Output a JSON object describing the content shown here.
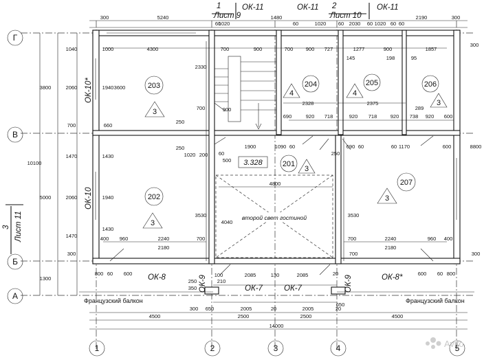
{
  "sheet_refs": {
    "top": [
      {
        "num": "1",
        "sheet": "Лист 9"
      },
      {
        "num": "2",
        "sheet": "Лист 10"
      }
    ],
    "left": {
      "num": "3",
      "sheet": "Лист 11"
    }
  },
  "section_labels": [
    "ОК-11",
    "ОК-11",
    "ОК-11",
    "ОК-10*",
    "ОК-10",
    "ОК-8",
    "ОК-8*",
    "ОК-9",
    "ОК-9",
    "ОК-7",
    "ОК-7"
  ],
  "axes_rows": [
    "Г",
    "В",
    "Б",
    "А"
  ],
  "axes_cols": [
    "1",
    "2",
    "3",
    "4",
    "5"
  ],
  "rooms": [
    {
      "num": "203",
      "cat": "3"
    },
    {
      "num": "204",
      "cat": "4"
    },
    {
      "num": "205",
      "cat": "4"
    },
    {
      "num": "206",
      "cat": "3"
    },
    {
      "num": "201",
      "cat": "3"
    },
    {
      "num": "202",
      "cat": "3"
    },
    {
      "num": "207",
      "cat": "3"
    }
  ],
  "level_mark": "3.328",
  "second_light": "второй свет гостиной",
  "balcony_left": "Французский балкон",
  "balcony_right": "Французский балкон",
  "dims_top": {
    "row1": [
      "300",
      "5240",
      "1020",
      "1480",
      "1020",
      "2030",
      "1020",
      "2190",
      "300"
    ],
    "row2": [
      "4300",
      "700",
      "900",
      "700",
      "900",
      "727",
      "1277",
      "900",
      "1857",
      "300"
    ],
    "misc": [
      "60",
      "60",
      "60",
      "60",
      "60",
      "60",
      "145",
      "198",
      "95"
    ]
  },
  "dims_mid": [
    "2328",
    "2375",
    "690",
    "920",
    "718",
    "920",
    "718",
    "920",
    "738",
    "920",
    "600",
    "289",
    "1900",
    "1090",
    "60",
    "690",
    "60",
    "1170",
    "600",
    "60",
    "4800",
    "250",
    "200",
    "500",
    "60",
    "900",
    "250",
    "1020",
    "250"
  ],
  "dims_vert_left": [
    "1040",
    "1000",
    "2060",
    "1940",
    "3600",
    "3800",
    "700",
    "660",
    "1470",
    "1430",
    "10100",
    "5000",
    "2060",
    "1940",
    "1430",
    "1470",
    "300",
    "1300",
    "2330",
    "700",
    "3530",
    "4040",
    "3530",
    "700",
    "8800",
    "300"
  ],
  "dims_low": [
    "400",
    "960",
    "2240",
    "700",
    "2180",
    "700",
    "2180",
    "2240",
    "960",
    "400",
    "800",
    "60",
    "600",
    "20",
    "600",
    "60",
    "800",
    "100",
    "2085",
    "130",
    "2085",
    "350",
    "250",
    "210"
  ],
  "dims_bottom": {
    "row1": [
      "300",
      "2005",
      "20",
      "2005",
      "20",
      "650",
      "650"
    ],
    "row2": [
      "4500",
      "2500",
      "2500",
      "4500"
    ],
    "total": "14000"
  },
  "watermark": "Avito"
}
